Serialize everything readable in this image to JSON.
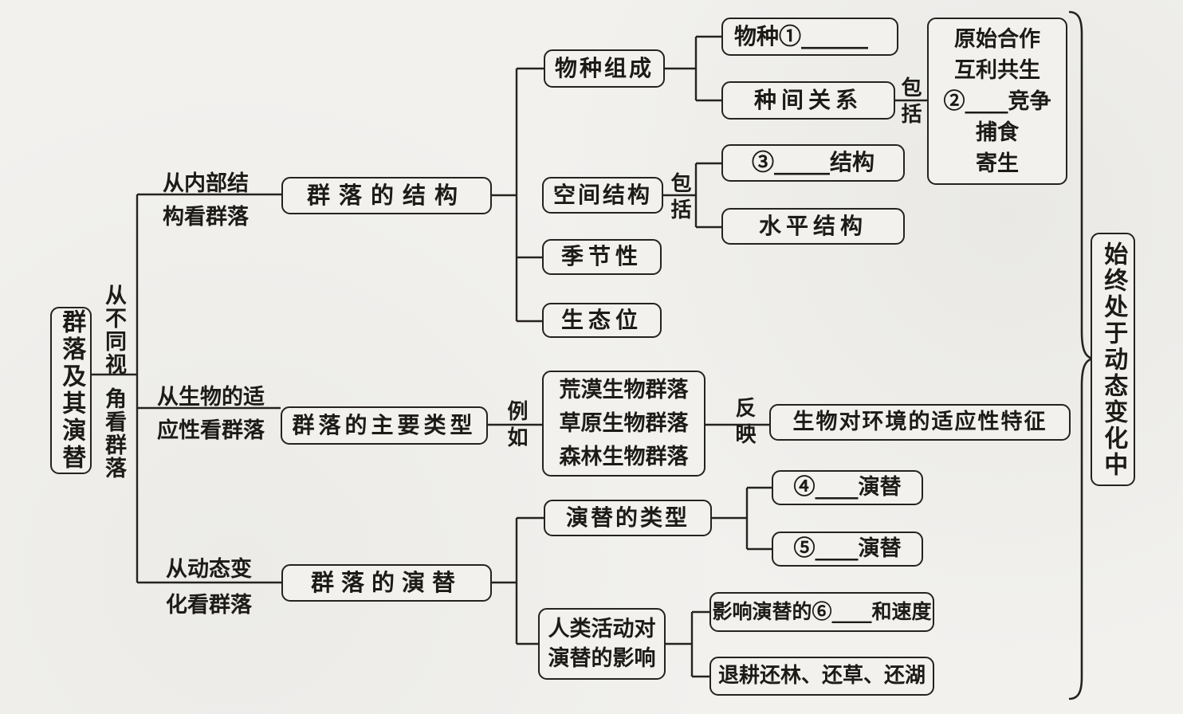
{
  "colors": {
    "ink": "#252220",
    "paper": "#f2f1ee"
  },
  "root": {
    "label": "群落及其演替"
  },
  "root_edge": {
    "line1": "从不同视",
    "line2": "角看群落"
  },
  "structure": {
    "edge": {
      "line1": "从内部结",
      "line2": "构看群落"
    },
    "label": "群落的结构",
    "species_composition": {
      "label": "物种组成",
      "species_blank": "物种①______",
      "interspecific": "种间关系",
      "include_edge": {
        "line1": "包",
        "line2": "括"
      },
      "relations": [
        "原始合作",
        "互利共生",
        "②____竞争",
        "捕食",
        "寄生"
      ]
    },
    "spatial": {
      "label": "空间结构",
      "include_edge": {
        "line1": "包",
        "line2": "括"
      },
      "vertical_blank": "③_____结构",
      "horizontal": "水平结构"
    },
    "seasonality": {
      "label": "季节性"
    },
    "niche": {
      "label": "生态位"
    }
  },
  "main_types": {
    "edge": {
      "line1": "从生物的适",
      "line2": "应性看群落"
    },
    "label": "群落的主要类型",
    "example_edge": {
      "line1": "例",
      "line2": "如"
    },
    "examples": [
      "荒漠生物群落",
      "草原生物群落",
      "森林生物群落"
    ],
    "reflect_edge": {
      "line1": "反",
      "line2": "映"
    },
    "reflection": "生物对环境的适应性特征"
  },
  "succession": {
    "edge": {
      "line1": "从动态变",
      "line2": "化看群落"
    },
    "label": "群落的演替",
    "types": {
      "label": "演替的类型",
      "blank4": "④____演替",
      "blank5": "⑤____演替"
    },
    "human_activity": {
      "line1": "人类活动对",
      "line2": "演替的影响",
      "influence": "影响演替的⑥____和速度",
      "policy": "退耕还林、还草、还湖"
    }
  },
  "conclusion": {
    "label": "始终处于动态变化中"
  }
}
